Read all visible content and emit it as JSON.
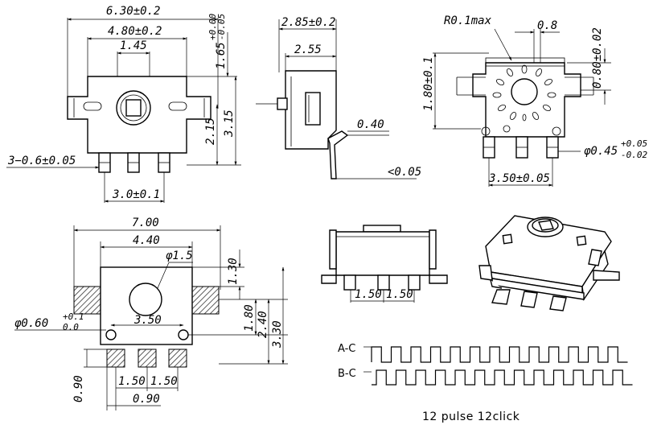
{
  "top_view": {
    "width_total": "6.30±0.2",
    "width_body": "4.80±0.2",
    "width_shaft": "1.45",
    "height_top_base": "1.65",
    "height_top_tol_upper": "+0.00",
    "height_top_tol_lower": "-0.05",
    "height_mid": "2.15",
    "height_total": "3.15",
    "pin_width": "3−0.6±0.05",
    "pin_pitch": "3.0±0.1"
  },
  "side_view": {
    "width_total": "2.85±0.2",
    "width_body": "2.55",
    "lead_thickness": "0.40",
    "flatness": "<0.05"
  },
  "bottom_view": {
    "radius": "R0.1max",
    "slot_width": "0.8",
    "height_left": "1.80±0.1",
    "height_right": "0.80±0.02",
    "pin_diameter_base": "φ0.45",
    "pin_diameter_tol_upper": "+0.05",
    "pin_diameter_tol_lower": "-0.02",
    "pin_span": "3.50±0.05"
  },
  "footprint": {
    "width_total": "7.00",
    "width_body": "4.40",
    "hole_diameter": "φ1.5",
    "dim_1_30": "1.30",
    "dim_1_80": "1.80",
    "dim_2_40": "2.40",
    "dim_3_30": "3.30",
    "mount_hole_base": "φ0.60",
    "mount_hole_tol_upper": "+0.1",
    "mount_hole_tol_lower": "0.0",
    "mount_hole_span": "3.50",
    "pad_height": "0.90",
    "pad_pitch_left": "1.50",
    "pad_pitch_right": "1.50",
    "pad_width": "0.90"
  },
  "front_view": {
    "pitch_left": "1.50",
    "pitch_right": "1.50"
  },
  "waveform": {
    "channel_a": "A-C",
    "channel_b": "B-C",
    "caption": "12 pulse 12click"
  }
}
